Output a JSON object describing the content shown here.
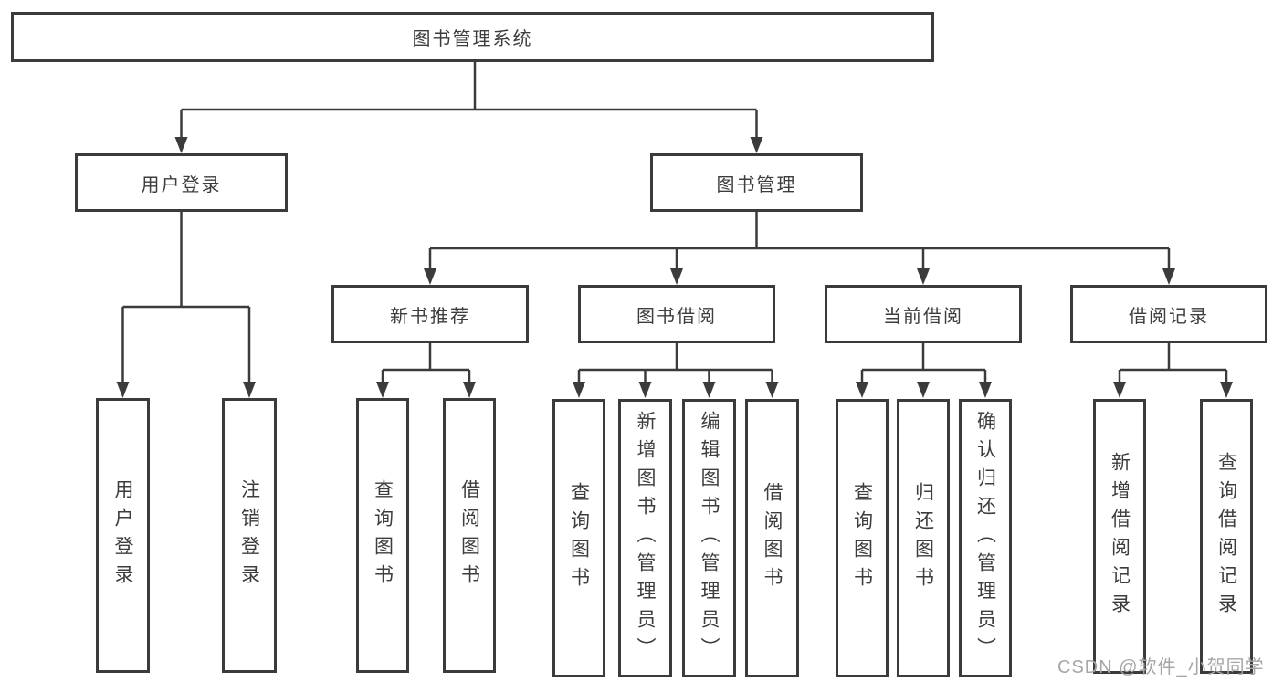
{
  "diagram_type": "tree-structure-chart",
  "tree": {
    "root": "图书管理系统",
    "children": [
      {
        "label": "用户登录",
        "children": [
          "用户登录",
          "注销登录"
        ]
      },
      {
        "label": "图书管理",
        "children": [
          {
            "label": "新书推荐",
            "children": [
              "查询图书",
              "借阅图书"
            ]
          },
          {
            "label": "图书借阅",
            "children": [
              "查询图书",
              "新增图书（管理员）",
              "编辑图书（管理员）",
              "借阅图书"
            ]
          },
          {
            "label": "当前借阅",
            "children": [
              "查询图书",
              "归还图书",
              "确认归还（管理员）"
            ]
          },
          {
            "label": "借阅记录",
            "children": [
              "新增借阅记录",
              "查询借阅记录"
            ]
          }
        ]
      }
    ]
  },
  "watermark": {
    "text": "CSDN @软件_小贺同学"
  },
  "colors": {
    "line": "#3b3b3b",
    "box_border": "#3b3b3b",
    "box_fill": "#ffffff",
    "label_text": "#3d3d3d",
    "watermark_text": "#a6a6a6",
    "background": "#ffffff"
  }
}
